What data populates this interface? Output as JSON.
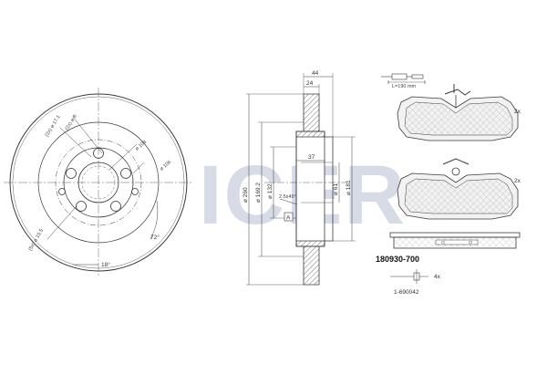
{
  "watermark": "ICER",
  "disc_front": {
    "dims": {
      "d_hole_a": "(2x) ⌀ 8",
      "d_hole_b": "(2x) ⌀ 17.1",
      "d_pcd": "⌀ 108",
      "d_inner": "⌀ 106",
      "d_bolt": "(5x) ⌀ 15.5",
      "angle_72": "72°",
      "angle_18": "18°"
    }
  },
  "disc_section": {
    "dims": {
      "width_44": "44",
      "width_24": "24",
      "width_37": "37",
      "dia_260": "⌀ 260",
      "dia_169": "⌀ 169.2",
      "dia_132": "⌀ 132",
      "dia_61": "⌀ 61",
      "dia_181": "⌀ 181",
      "chamfer": "2.5x45°",
      "marker_a": "A"
    }
  },
  "pads": {
    "sensor_label": "L=190 mm",
    "qty_top": "2x",
    "qty_bottom": "2x"
  },
  "part": {
    "number": "180930-700",
    "accessory_qty": "4x",
    "accessory_number": "1-690042"
  },
  "colors": {
    "line": "#3a3a3a",
    "watermark": "#d6dbe6",
    "pad_fill": "#f2f2f2"
  }
}
